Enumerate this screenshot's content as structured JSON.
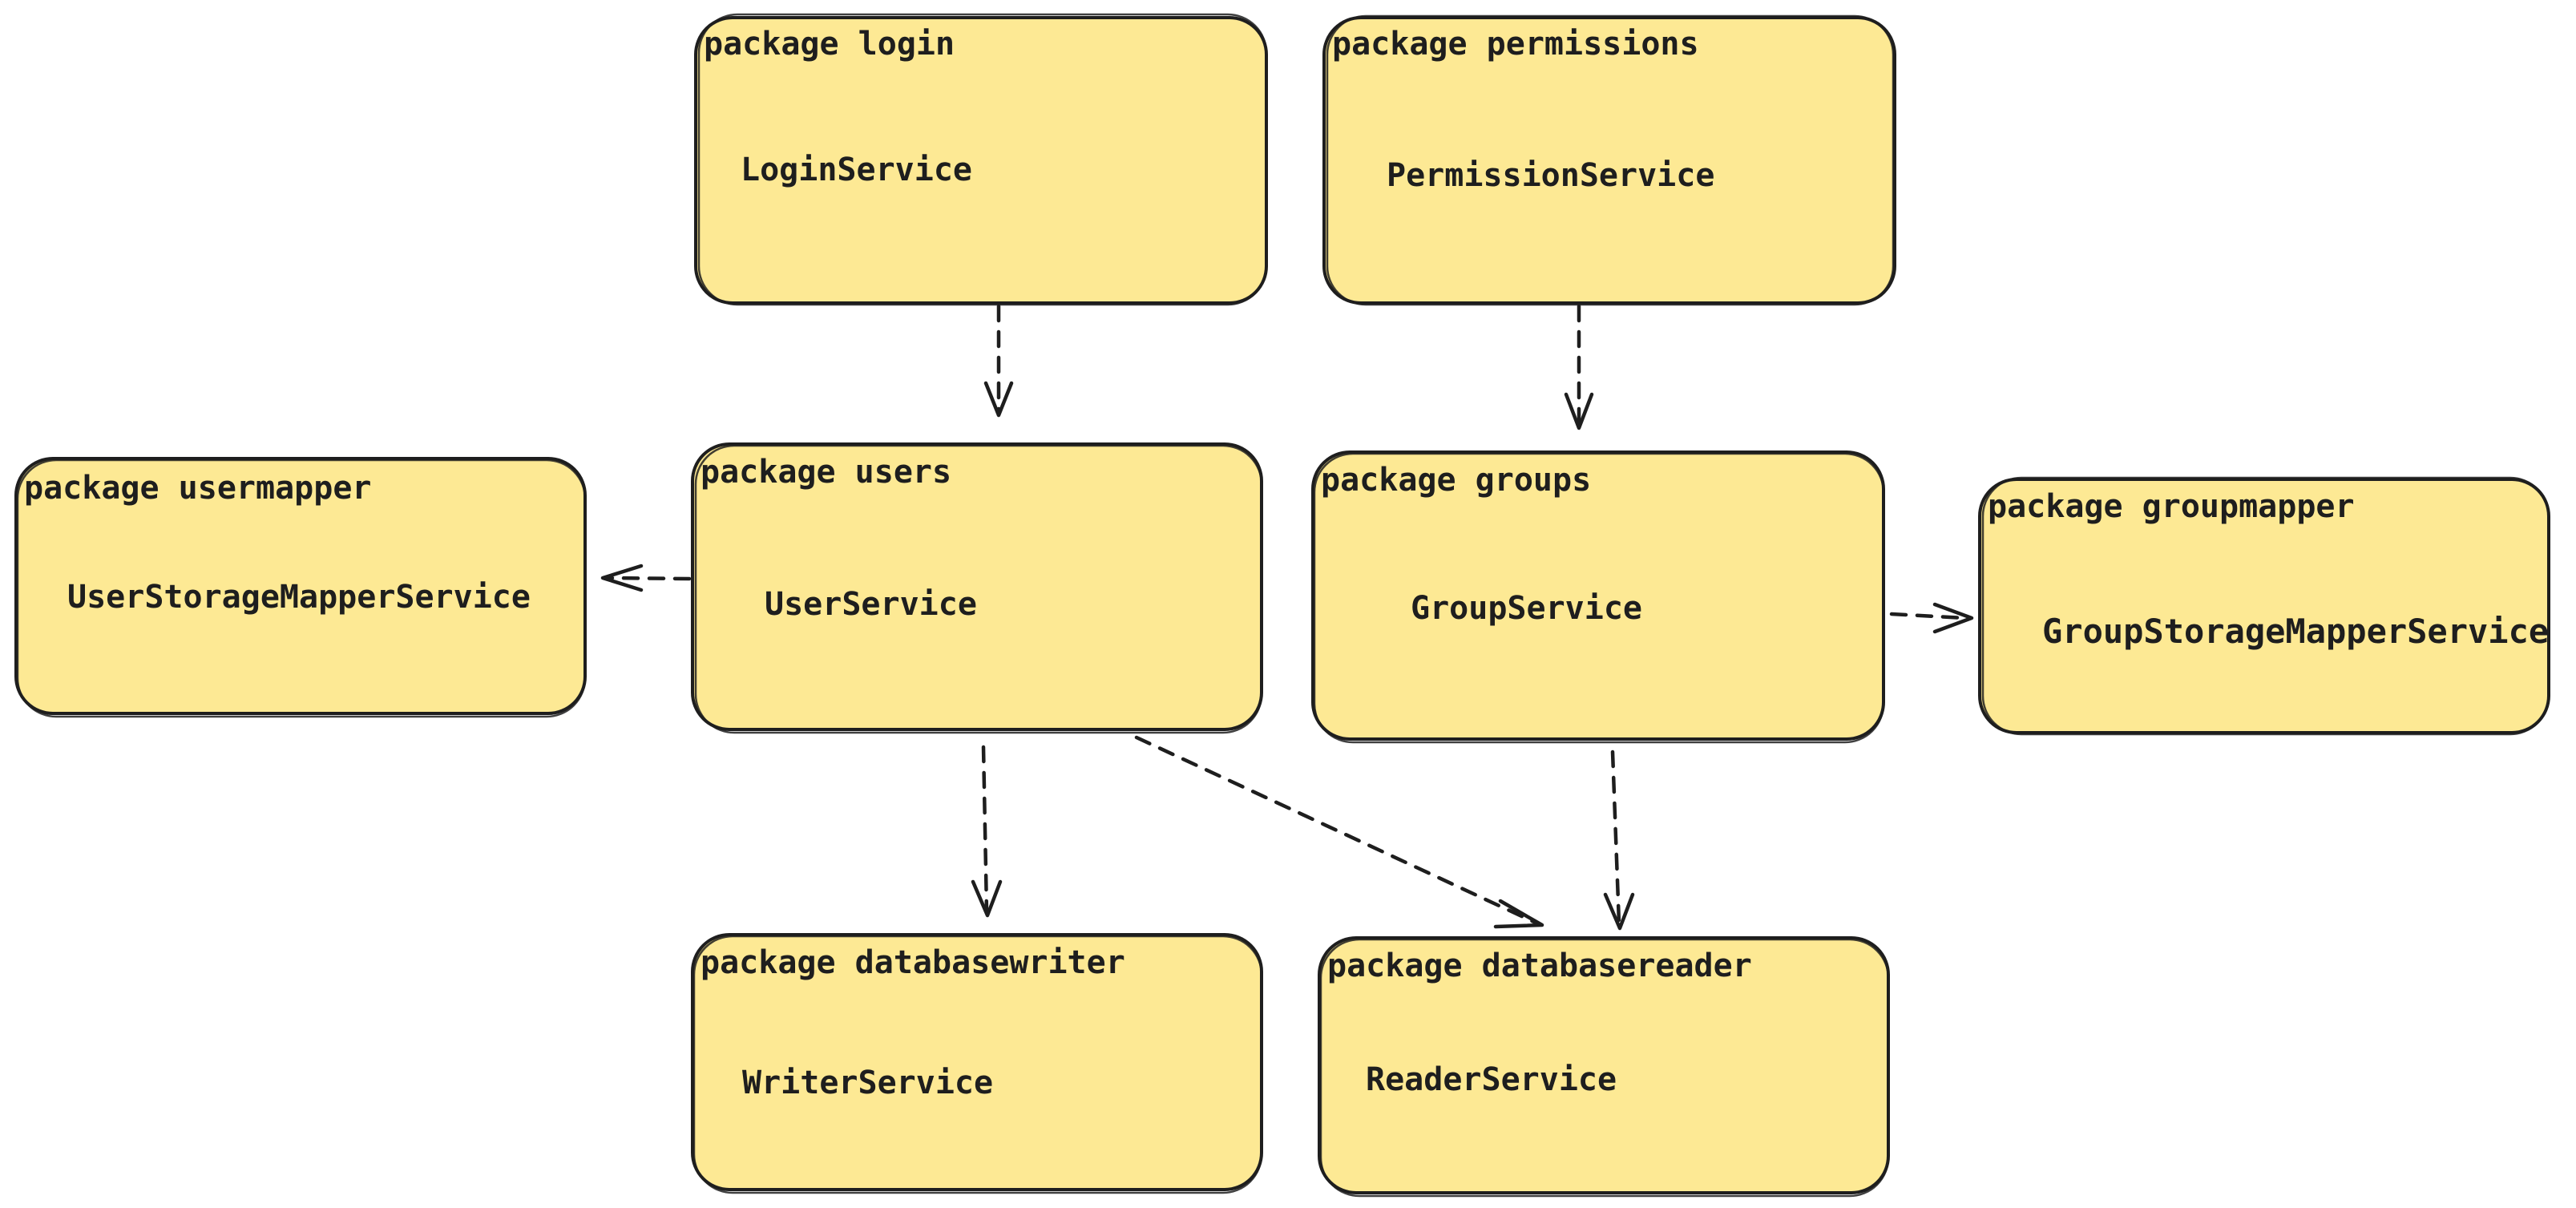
{
  "diagram": {
    "packages": {
      "login": {
        "title": "package login",
        "service": "LoginService"
      },
      "permissions": {
        "title": "package permissions",
        "service": "PermissionService"
      },
      "usermapper": {
        "title": "package usermapper",
        "service": "UserStorageMapperService"
      },
      "users": {
        "title": "package users",
        "service": "UserService"
      },
      "groups": {
        "title": "package groups",
        "service": "GroupService"
      },
      "groupmapper": {
        "title": "package groupmapper",
        "service": "GroupStorageMapperService"
      },
      "databasewriter": {
        "title": "package databasewriter",
        "service": "WriterService"
      },
      "databasereader": {
        "title": "package databasereader",
        "service": "ReaderService"
      }
    },
    "dependencies": [
      {
        "from": "login",
        "to": "users"
      },
      {
        "from": "permissions",
        "to": "groups"
      },
      {
        "from": "users",
        "to": "usermapper"
      },
      {
        "from": "groups",
        "to": "groupmapper"
      },
      {
        "from": "users",
        "to": "databasewriter"
      },
      {
        "from": "users",
        "to": "databasereader"
      },
      {
        "from": "groups",
        "to": "databasereader"
      }
    ],
    "colors": {
      "box_fill": "#fde994",
      "stroke": "#1e1e1e",
      "background": "#ffffff"
    }
  }
}
